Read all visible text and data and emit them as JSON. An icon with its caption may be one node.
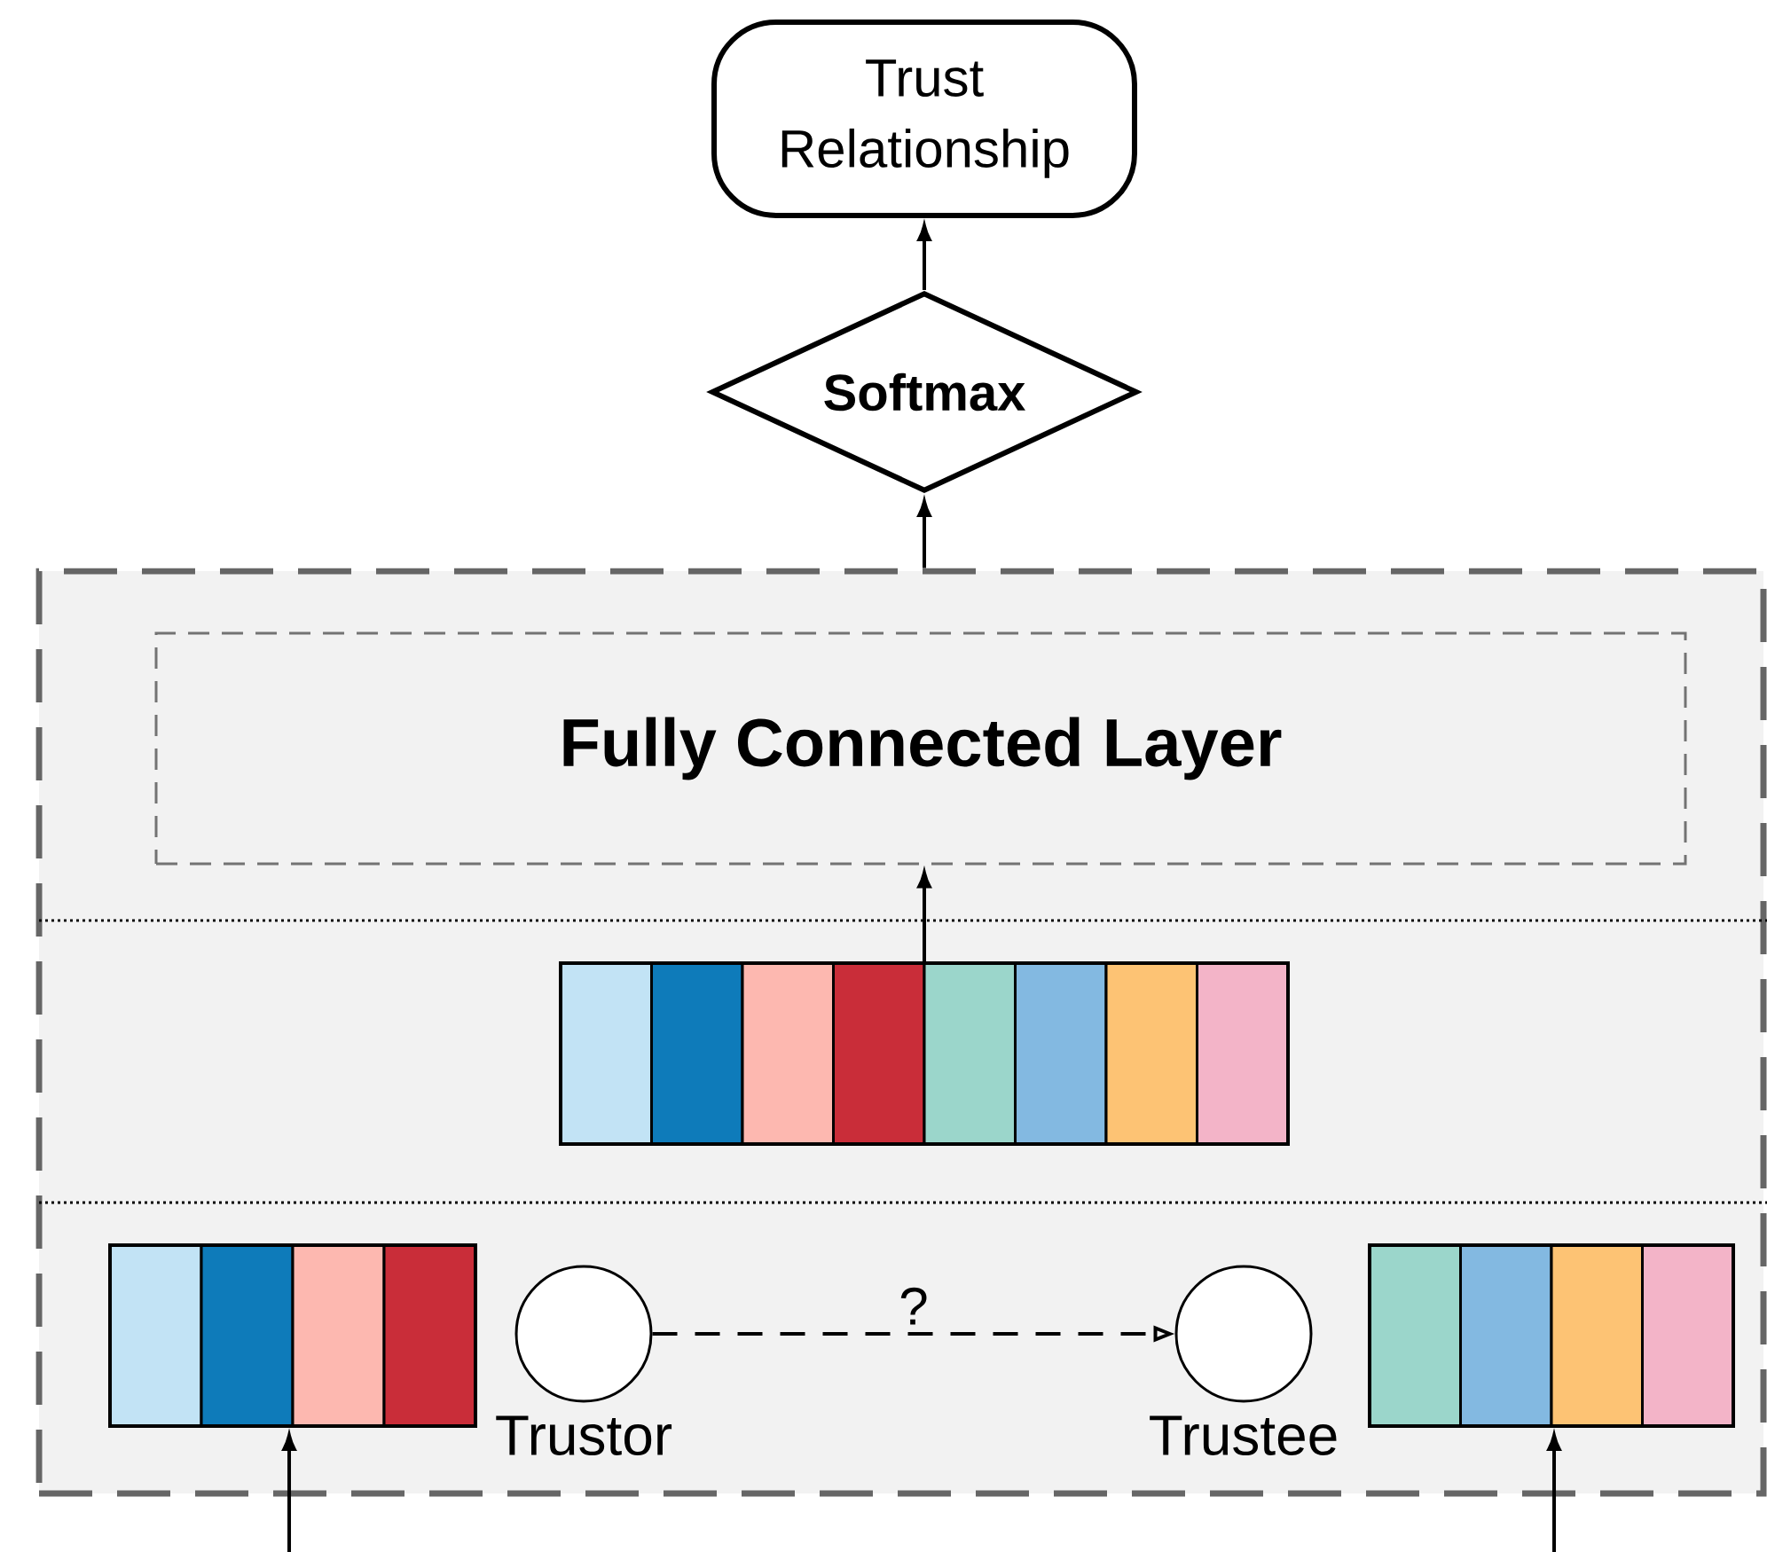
{
  "diagram": {
    "nodes": [
      {
        "text": [
          "Trust Relationship"
        ]
      },
      {
        "text": [
          "Softmax"
        ]
      },
      {
        "text": [],
        "shape": "box"
      },
      {
        "text": [
          "Fully Connected Layer"
        ],
        "in": 2
      },
      {
        "text": [],
        "shape": "bar",
        "in": 2
      },
      {
        "text": [],
        "shape": "bar",
        "in": 2
      },
      {
        "text": [],
        "shape": "circle",
        "in": 2,
        "beside": [
          "Trustor"
        ]
      },
      {
        "text": [],
        "shape": "circle",
        "in": 2,
        "beside": [
          "Trustee"
        ]
      },
      {
        "text": [],
        "shape": "bar",
        "in": 2
      }
    ],
    "edges": [
      {
        "from": 2,
        "to": 1,
        "arrow": "to"
      },
      {
        "from": 1,
        "to": 0,
        "arrow": "to"
      },
      {
        "from": 4,
        "to": 3,
        "arrow": "to"
      },
      {
        "from": 6,
        "to": 7,
        "arrow": "to",
        "label": "?",
        "style": "dashed"
      },
      {
        "from": null,
        "to": 5,
        "arrow": "to"
      },
      {
        "from": null,
        "to": 8,
        "arrow": "to"
      }
    ]
  }
}
